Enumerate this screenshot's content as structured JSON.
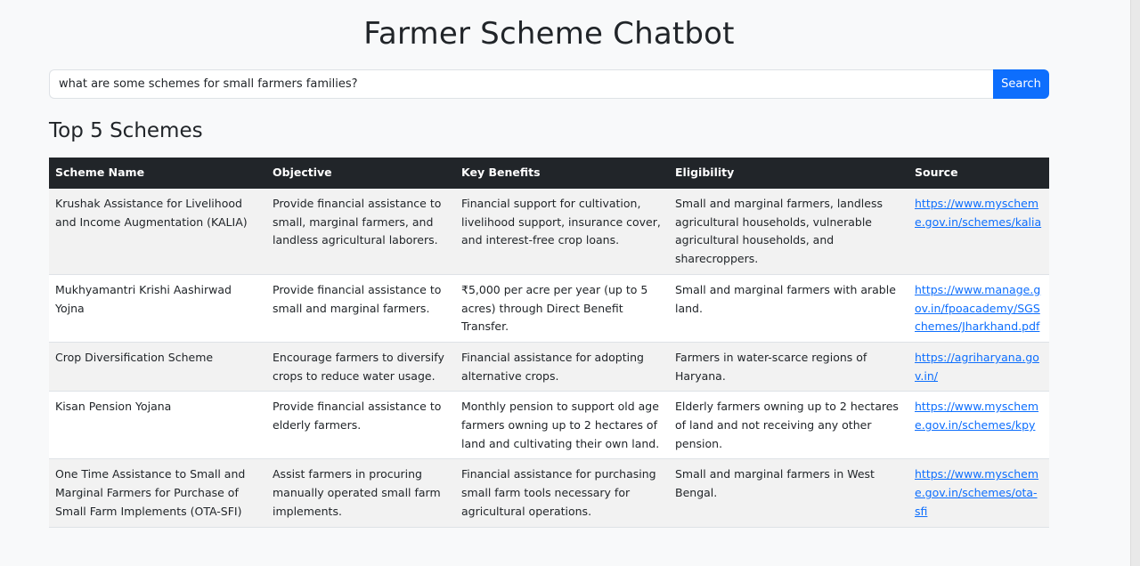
{
  "page": {
    "title": "Farmer Scheme Chatbot"
  },
  "search": {
    "value": "what are some schemes for small farmers families?",
    "button_label": "Search"
  },
  "results": {
    "heading": "Top 5 Schemes",
    "columns": [
      "Scheme Name",
      "Objective",
      "Key Benefits",
      "Eligibility",
      "Source"
    ],
    "rows": [
      {
        "name": "Krushak Assistance for Livelihood and Income Augmentation (KALIA)",
        "objective": "Provide financial assistance to small, marginal farmers, and landless agricultural laborers.",
        "benefits": "Financial support for cultivation, livelihood support, insurance cover, and interest-free crop loans.",
        "eligibility": "Small and marginal farmers, landless agricultural households, vulnerable agricultural households, and sharecroppers.",
        "source": "https://www.myscheme.gov.in/schemes/kalia"
      },
      {
        "name": "Mukhyamantri Krishi Aashirwad Yojna",
        "objective": "Provide financial assistance to small and marginal farmers.",
        "benefits": "₹5,000 per acre per year (up to 5 acres) through Direct Benefit Transfer.",
        "eligibility": "Small and marginal farmers with arable land.",
        "source": "https://www.manage.gov.in/fpoacademy/SGSchemes/Jharkhand.pdf"
      },
      {
        "name": "Crop Diversification Scheme",
        "objective": "Encourage farmers to diversify crops to reduce water usage.",
        "benefits": "Financial assistance for adopting alternative crops.",
        "eligibility": "Farmers in water-scarce regions of Haryana.",
        "source": "https://agriharyana.gov.in/"
      },
      {
        "name": "Kisan Pension Yojana",
        "objective": "Provide financial assistance to elderly farmers.",
        "benefits": "Monthly pension to support old age farmers owning up to 2 hectares of land and cultivating their own land.",
        "eligibility": "Elderly farmers owning up to 2 hectares of land and not receiving any other pension.",
        "source": "https://www.myscheme.gov.in/schemes/kpy"
      },
      {
        "name": "One Time Assistance to Small and Marginal Farmers for Purchase of Small Farm Implements (OTA-SFI)",
        "objective": "Assist farmers in procuring manually operated small farm implements.",
        "benefits": "Financial assistance for purchasing small farm tools necessary for agricultural operations.",
        "eligibility": "Small and marginal farmers in West Bengal.",
        "source": "https://www.myscheme.gov.in/schemes/ota-sfi"
      }
    ]
  },
  "colors": {
    "primary": "#0d6efd",
    "table_header": "#212529",
    "stripe": "#f2f2f2",
    "background": "#f8f9fa"
  }
}
